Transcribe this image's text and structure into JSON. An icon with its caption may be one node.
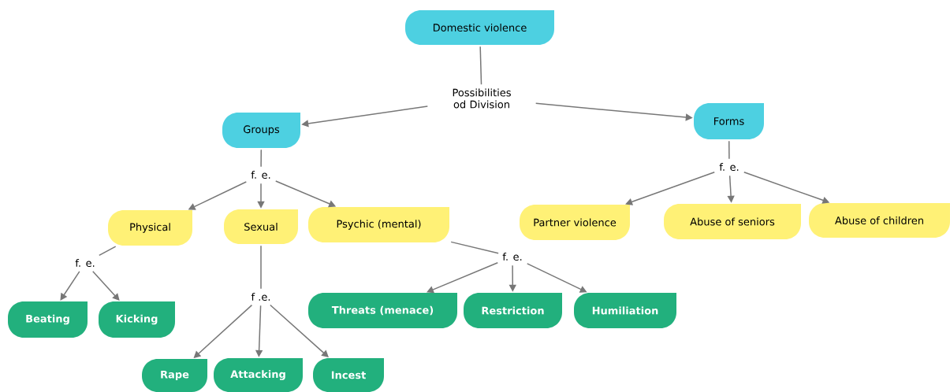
{
  "diagram": {
    "nodes": [
      {
        "text": [
          "Domestic violence"
        ]
      },
      {
        "text": [
          "Possibilities od Division"
        ]
      },
      {
        "text": [
          "Groups"
        ]
      },
      {
        "text": [
          "Forms"
        ]
      },
      {
        "text": [
          "f. e."
        ]
      },
      {
        "text": [
          "f. e."
        ]
      },
      {
        "text": [
          "Physical"
        ]
      },
      {
        "text": [
          "Sexual"
        ]
      },
      {
        "text": [
          "Psychic (mental)"
        ]
      },
      {
        "text": [
          "Partner violence"
        ]
      },
      {
        "text": [
          "Abuse of seniors"
        ]
      },
      {
        "text": [
          "Abuse of children"
        ]
      },
      {
        "text": [
          "f. e."
        ]
      },
      {
        "text": [
          "f. e."
        ]
      },
      {
        "text": [
          "f .e."
        ]
      },
      {
        "text": [
          "Beating"
        ]
      },
      {
        "text": [
          "Kicking"
        ]
      },
      {
        "text": [
          "Threats (menace)"
        ]
      },
      {
        "text": [
          "Restriction"
        ]
      },
      {
        "text": [
          "Humiliation"
        ]
      },
      {
        "text": [
          "Rape"
        ]
      },
      {
        "text": [
          "Attacking"
        ]
      },
      {
        "text": [
          "Incest"
        ]
      }
    ],
    "edges": [
      {
        "from": 0,
        "to": 1,
        "arrow": "none"
      },
      {
        "from": 1,
        "to": 2,
        "arrow": "to"
      },
      {
        "from": 1,
        "to": 3,
        "arrow": "to"
      },
      {
        "from": 2,
        "to": 4,
        "arrow": "none"
      },
      {
        "from": 4,
        "to": 6,
        "arrow": "to"
      },
      {
        "from": 4,
        "to": 7,
        "arrow": "to"
      },
      {
        "from": 4,
        "to": 8,
        "arrow": "to"
      },
      {
        "from": 3,
        "to": 5,
        "arrow": "none"
      },
      {
        "from": 5,
        "to": 9,
        "arrow": "to"
      },
      {
        "from": 5,
        "to": 10,
        "arrow": "to"
      },
      {
        "from": 5,
        "to": 11,
        "arrow": "to"
      },
      {
        "from": 6,
        "to": 12,
        "arrow": "none"
      },
      {
        "from": 12,
        "to": 15,
        "arrow": "to"
      },
      {
        "from": 12,
        "to": 16,
        "arrow": "to"
      },
      {
        "from": 7,
        "to": 14,
        "arrow": "none"
      },
      {
        "from": 14,
        "to": 20,
        "arrow": "to"
      },
      {
        "from": 14,
        "to": 21,
        "arrow": "to"
      },
      {
        "from": 14,
        "to": 22,
        "arrow": "to"
      },
      {
        "from": 8,
        "to": 13,
        "arrow": "none"
      },
      {
        "from": 13,
        "to": 17,
        "arrow": "to"
      },
      {
        "from": 13,
        "to": 18,
        "arrow": "to"
      },
      {
        "from": 13,
        "to": 19,
        "arrow": "to"
      }
    ]
  }
}
